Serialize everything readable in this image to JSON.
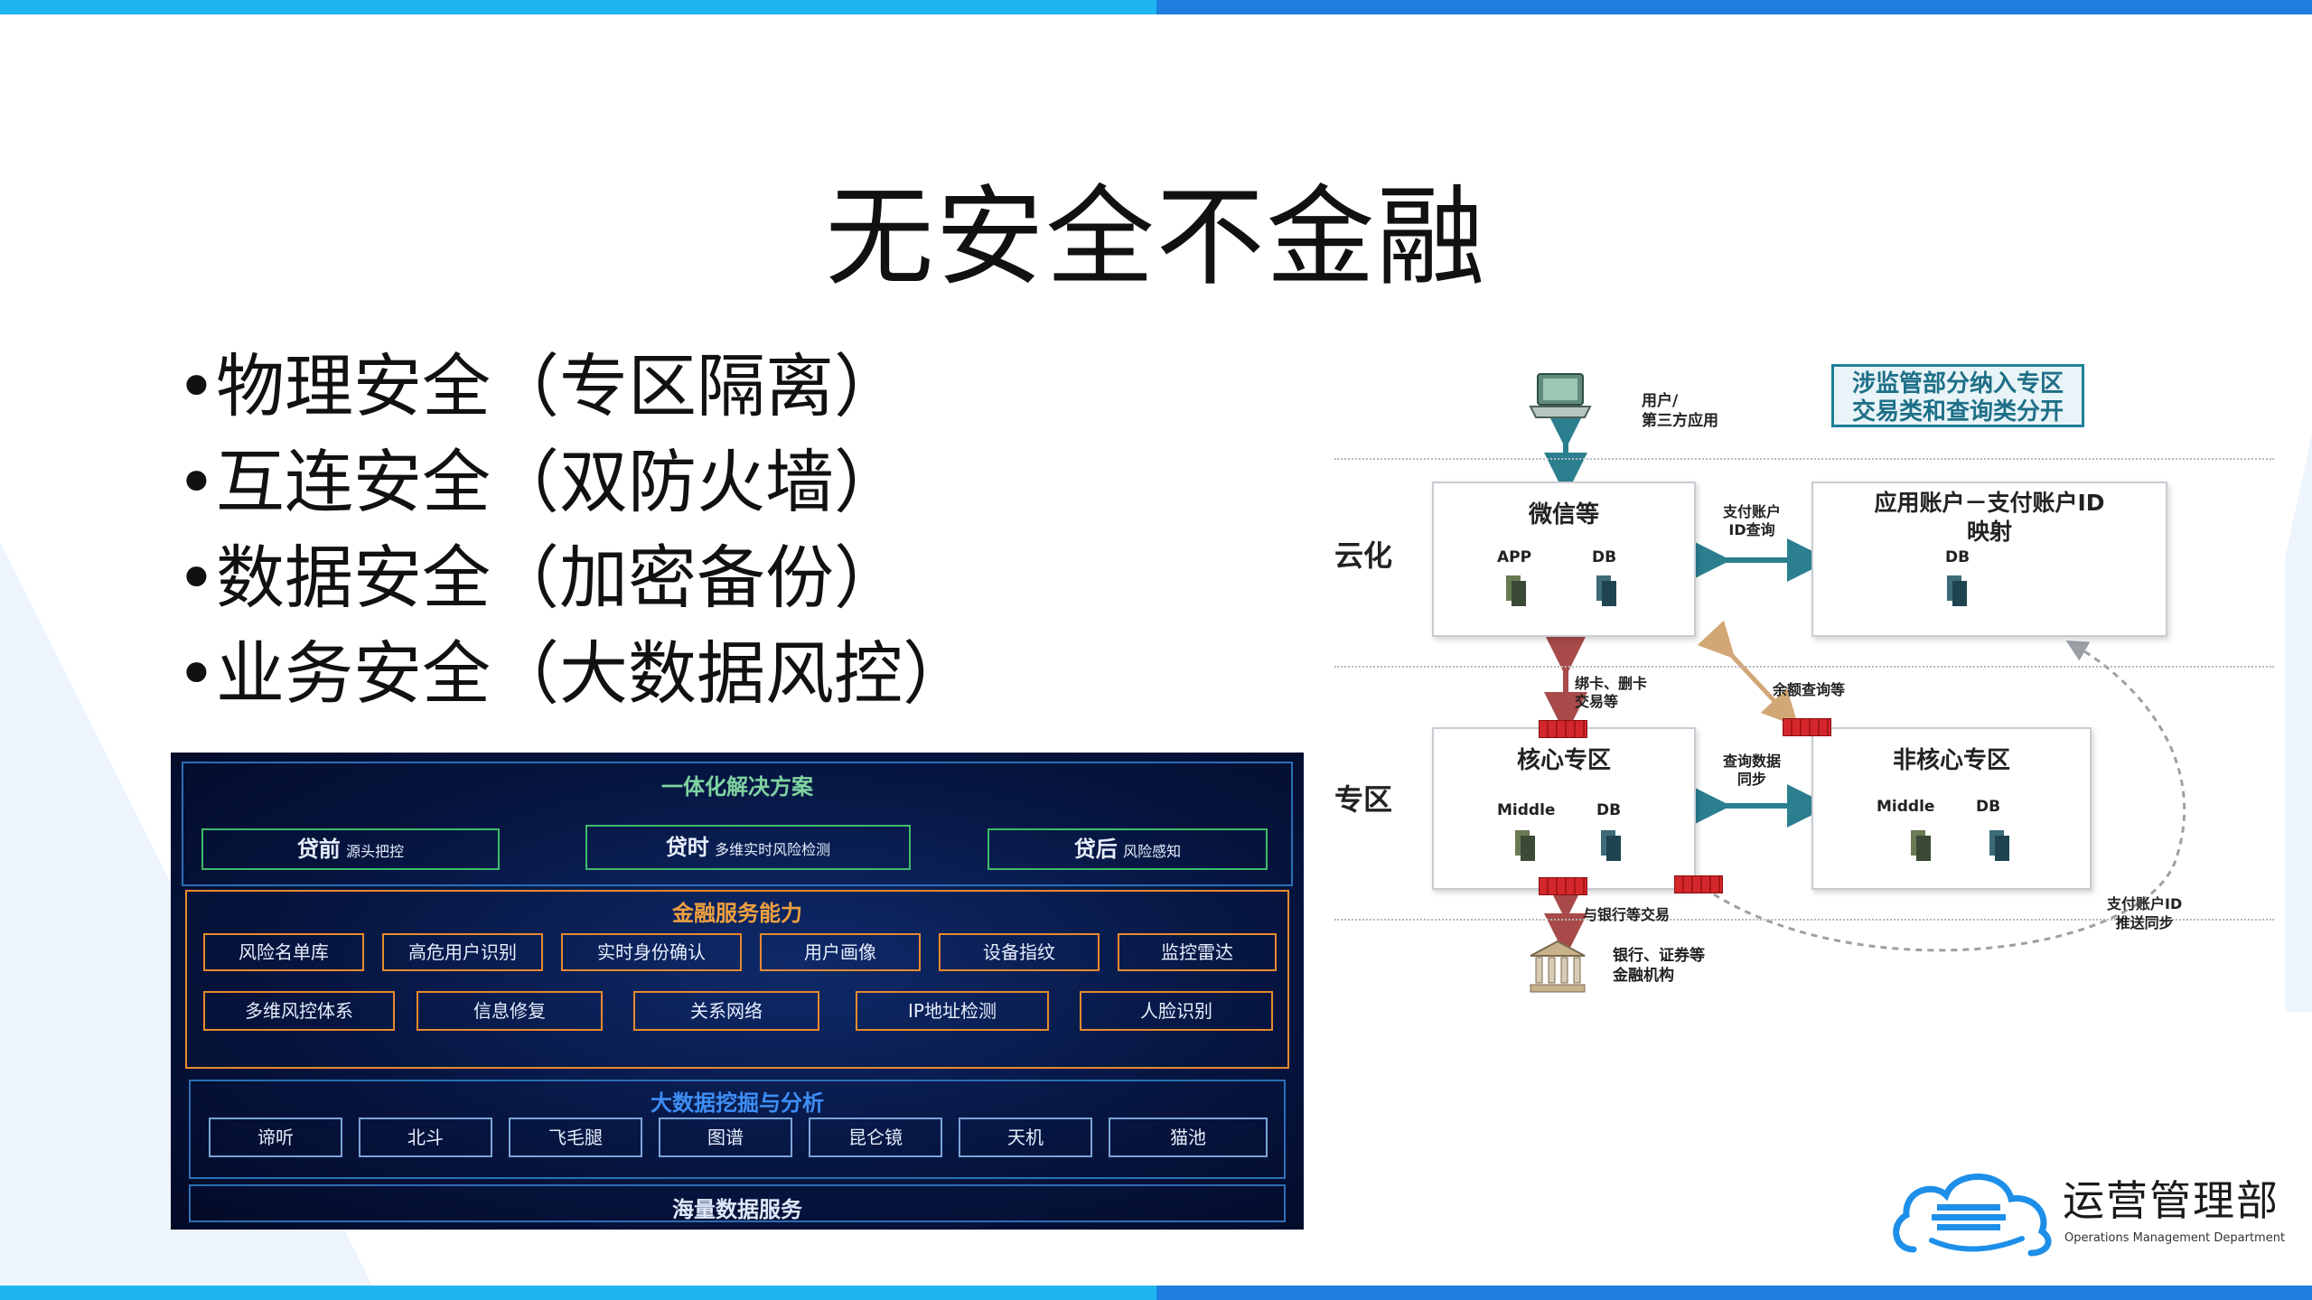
{
  "slide": {
    "title": "无安全不金融",
    "bullets": [
      "物理安全（专区隔离）",
      "互连安全（双防火墙）",
      "数据安全（加密备份）",
      "业务安全（大数据风控）"
    ],
    "bullet_symbol": "•"
  },
  "platform": {
    "section1": {
      "title": "一体化解决方案",
      "items": [
        {
          "main": "贷前",
          "sub": "源头把控"
        },
        {
          "main": "贷时",
          "sub": "多维实时风险检测"
        },
        {
          "main": "贷后",
          "sub": "风险感知"
        }
      ]
    },
    "section2": {
      "title": "金融服务能力",
      "row1": [
        "风险名单库",
        "高危用户识别",
        "实时身份确认",
        "用户画像",
        "设备指纹",
        "监控雷达"
      ],
      "row2": [
        "多维风控体系",
        "信息修复",
        "关系网络",
        "IP地址检测",
        "人脸识别"
      ]
    },
    "section3": {
      "title": "大数据挖掘与分析",
      "items": [
        "谛听",
        "北斗",
        "飞毛腿",
        "图谱",
        "昆仑镜",
        "天机",
        "猫池"
      ]
    },
    "section4": {
      "title": "海量数据服务"
    }
  },
  "network": {
    "note": [
      "涉监管部分纳入专区",
      "交易类和查询类分开"
    ],
    "user_label": [
      "用户/",
      "第三方应用"
    ],
    "zone_cloud": "云化",
    "zone_dedicated": "专区",
    "box_wechat": {
      "title": "微信等",
      "left_label": "APP",
      "right_label": "DB"
    },
    "box_account": {
      "title": [
        "应用账户－支付账户ID",
        "映射"
      ],
      "db_label": "DB"
    },
    "box_core": {
      "title": "核心专区",
      "left_label": "Middle",
      "right_label": "DB"
    },
    "box_noncore": {
      "title": "非核心专区",
      "left_label": "Middle",
      "right_label": "DB"
    },
    "label_pay_id_query": [
      "支付账户",
      "ID查询"
    ],
    "label_card": [
      "绑卡、删卡",
      "交易等"
    ],
    "label_balance": "余额查询等",
    "label_query_sync": [
      "查询数据",
      "同步"
    ],
    "label_bank_trade": "与银行等交易",
    "label_bank": [
      "银行、证券等",
      "金融机构"
    ],
    "label_push_sync": [
      "支付账户ID",
      "推送同步"
    ]
  },
  "logo": {
    "name": "运营管理部",
    "subtitle": "Operations Management Department",
    "color": "#1e8fe8"
  },
  "colors": {
    "top_bar_left": "#1fb5f0",
    "top_bar_right": "#1e7fe0",
    "arrow_teal": "#2b7f8f",
    "arrow_red": "#a84a4a",
    "arrow_tan": "#d2a776"
  }
}
